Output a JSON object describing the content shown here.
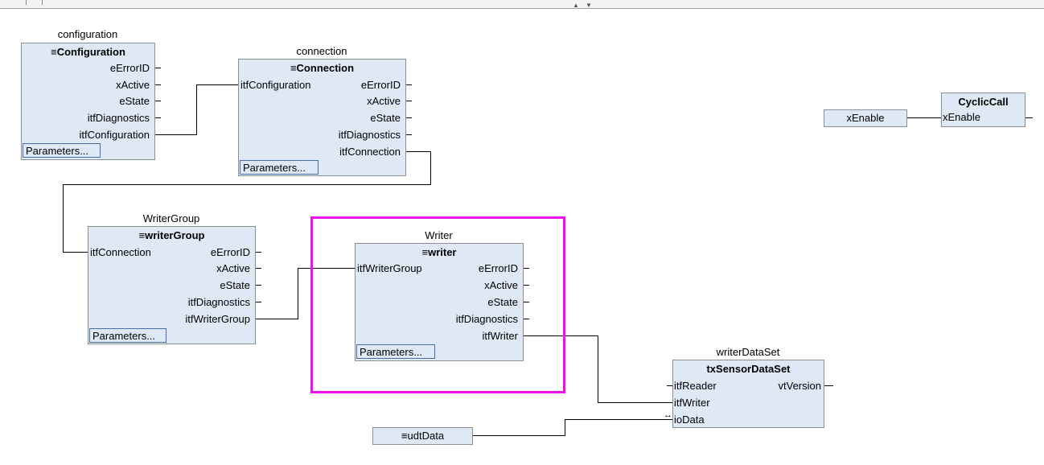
{
  "colors": {
    "block_fill": "#dfe8f5",
    "block_border": "#8a8f96",
    "wire": "#000000",
    "highlight": "#ee11ee"
  },
  "menu_icon": "≡",
  "blocks": {
    "configuration": {
      "instance": "configuration",
      "type": "Configuration",
      "outputs": [
        "eErrorID",
        "xActive",
        "eState",
        "itfDiagnostics",
        "itfConfiguration"
      ],
      "params": "Parameters..."
    },
    "connection": {
      "instance": "connection",
      "type": "Connection",
      "inputs": [
        "itfConfiguration"
      ],
      "outputs": [
        "eErrorID",
        "xActive",
        "eState",
        "itfDiagnostics",
        "itfConnection"
      ],
      "params": "Parameters..."
    },
    "cycliccall": {
      "type": "CyclicCall",
      "inputs": [
        "xEnable"
      ]
    },
    "writergroup": {
      "instance": "WriterGroup",
      "type": "writerGroup",
      "inputs": [
        "itfConnection"
      ],
      "outputs": [
        "eErrorID",
        "xActive",
        "eState",
        "itfDiagnostics",
        "itfWriterGroup"
      ],
      "params": "Parameters..."
    },
    "writer": {
      "instance": "Writer",
      "type": "writer",
      "inputs": [
        "itfWriterGroup"
      ],
      "outputs": [
        "eErrorID",
        "xActive",
        "eState",
        "itfDiagnostics",
        "itfWriter"
      ],
      "params": "Parameters..."
    },
    "writerdataset": {
      "instance": "writerDataSet",
      "type": "txSensorDataSet",
      "inputs": [
        "itfReader",
        "itfWriter",
        "ioData"
      ],
      "outputs": [
        "vtVersion"
      ],
      "inout_marker": "↔"
    }
  },
  "variables": {
    "xenable": "xEnable",
    "udtdata": "udtData"
  }
}
